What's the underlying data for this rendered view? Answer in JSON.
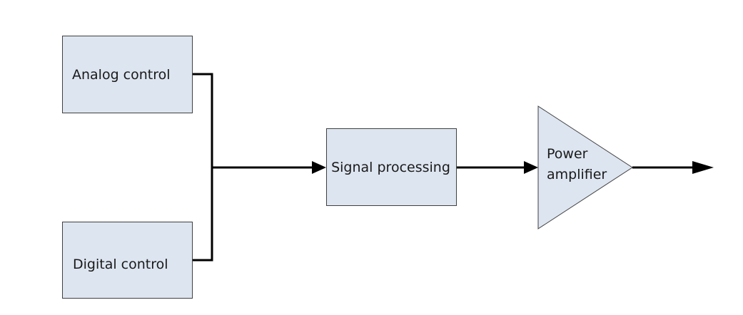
{
  "diagram": {
    "blocks": {
      "analog_control": "Analog control",
      "digital_control": "Digital control",
      "signal_processing": "Signal processing",
      "power_amplifier_line1": "Power",
      "power_amplifier_line2": "amplifier"
    },
    "colors": {
      "block_fill": "#dde5f0",
      "block_border": "#404040",
      "connector": "#000000"
    }
  }
}
